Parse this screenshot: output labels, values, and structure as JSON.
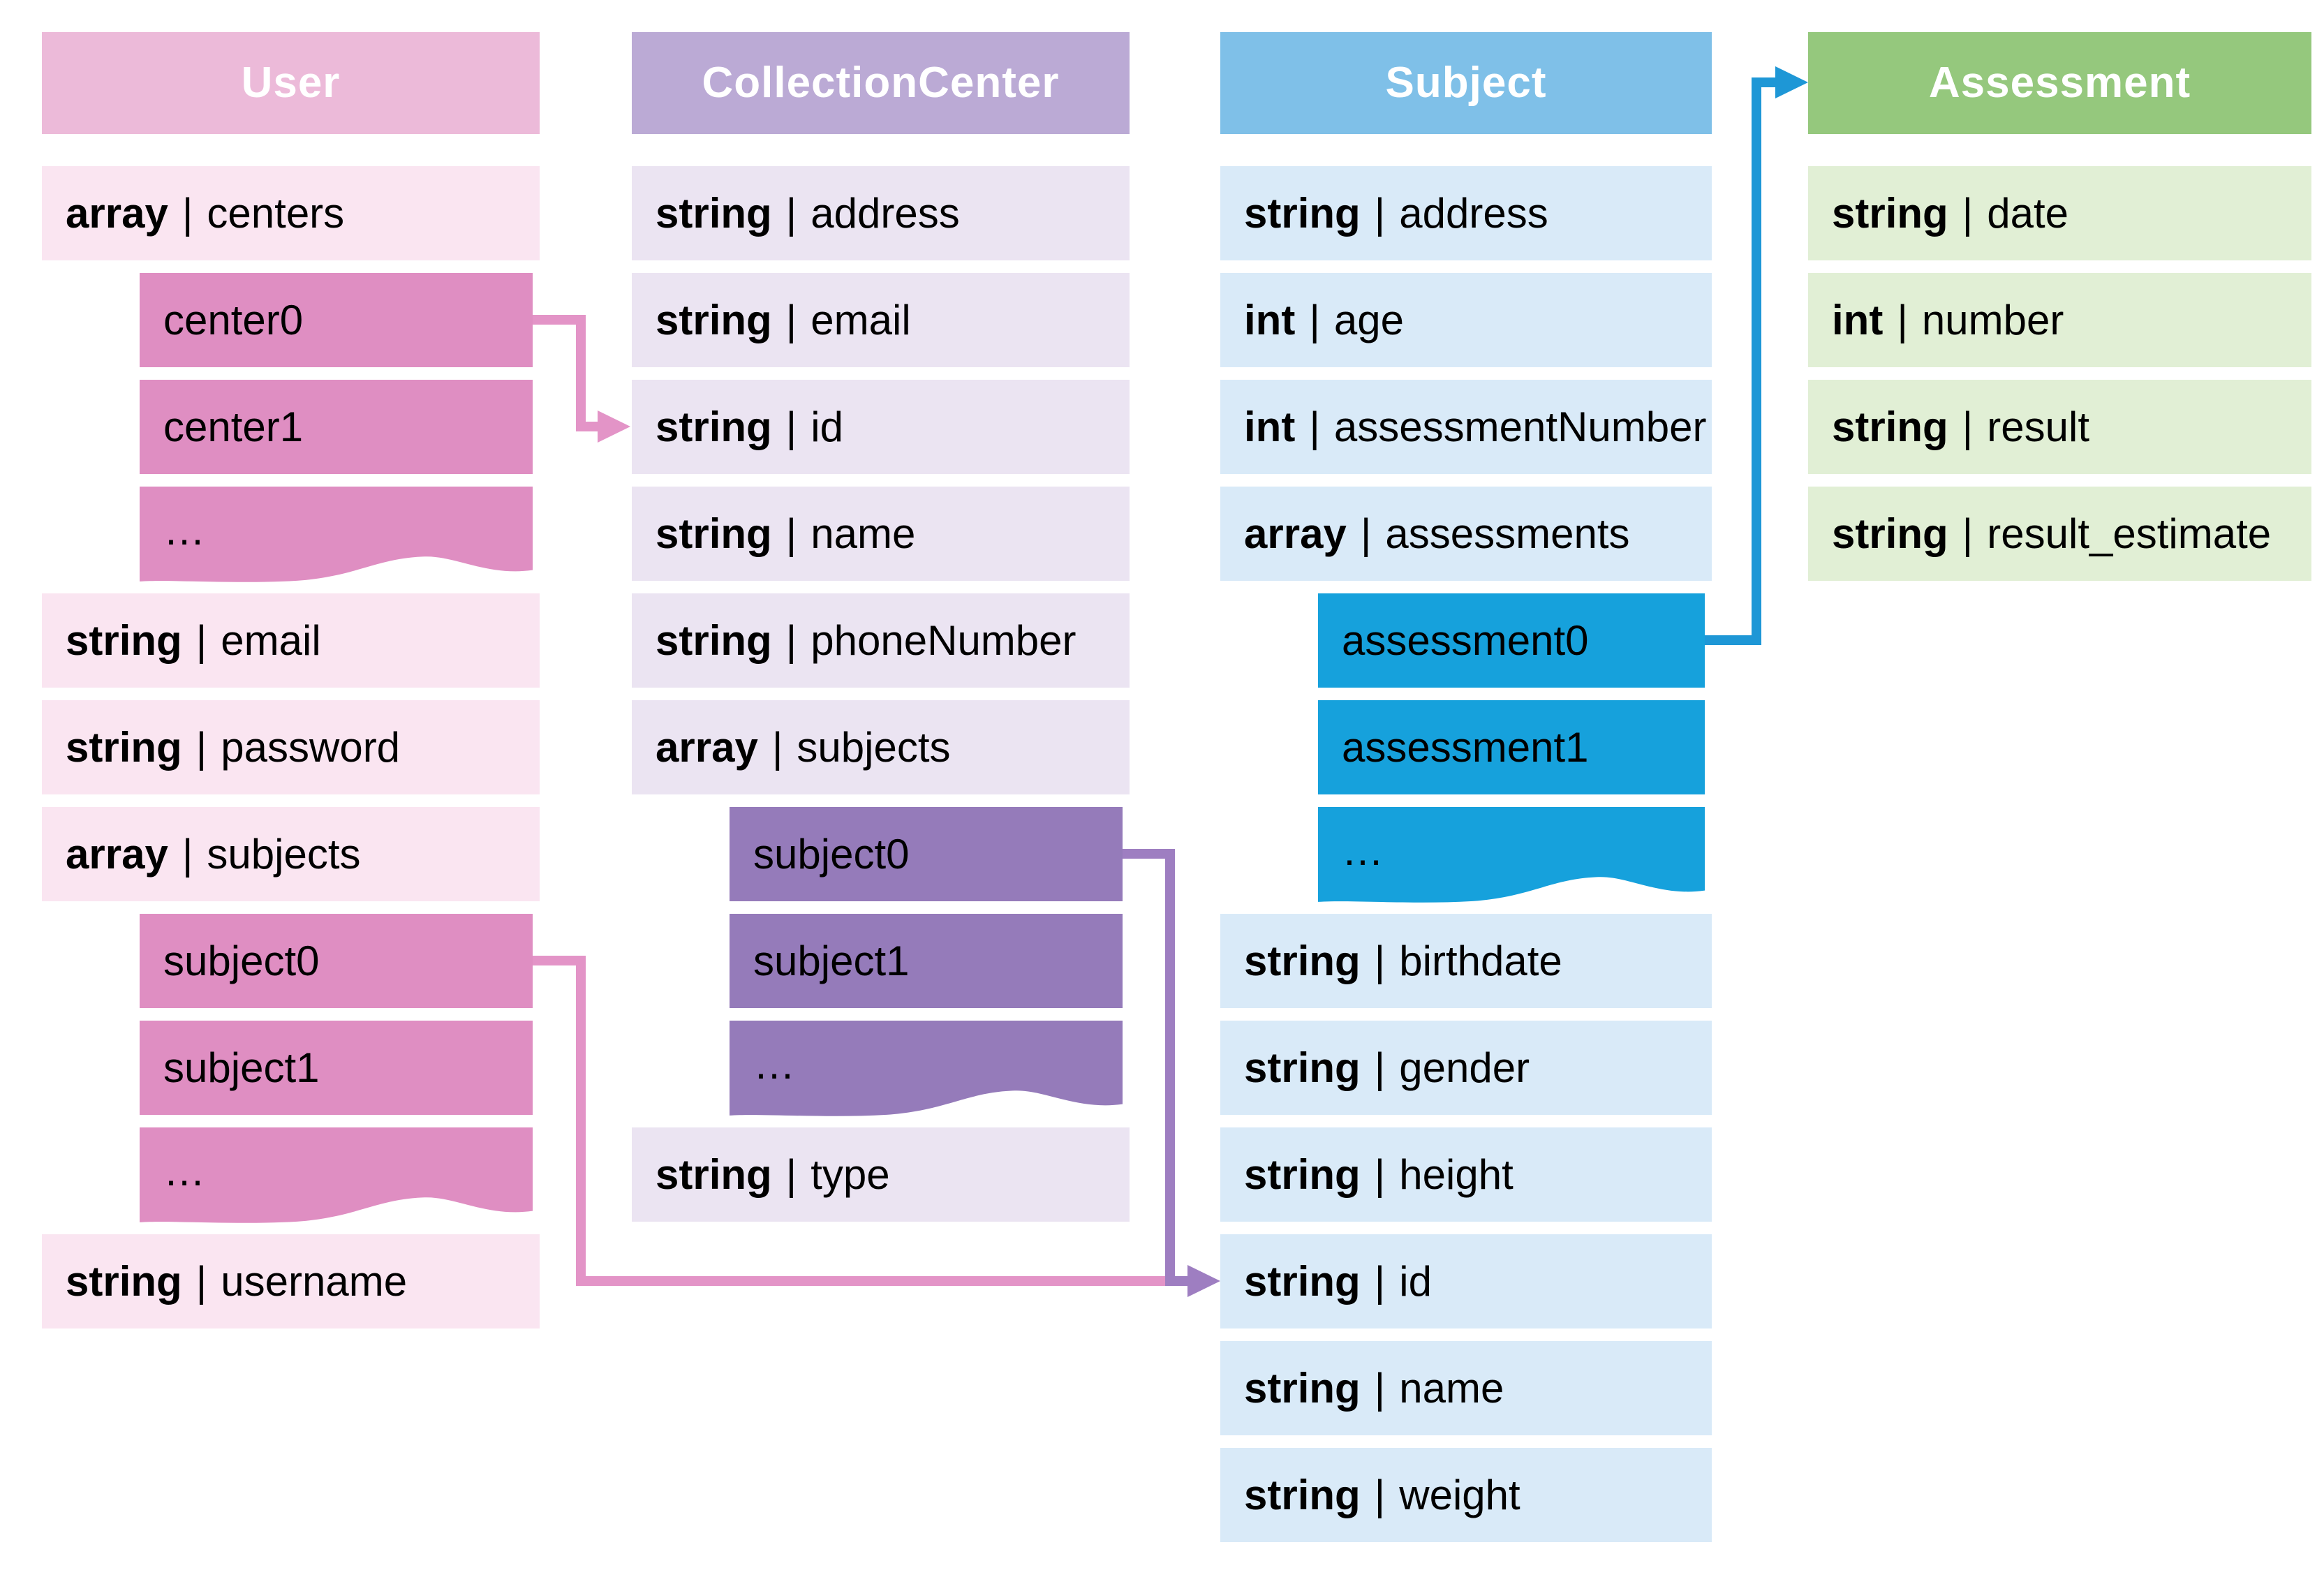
{
  "sep": "|",
  "columns": [
    {
      "id": "user",
      "title": "User",
      "colors": {
        "header_bg": "#ecbad9",
        "header_text": "#ffffff",
        "row_bg": "#fae5f1",
        "nested_bg": "#df8ec2",
        "text": "#000000"
      },
      "rows": [
        {
          "kind": "field",
          "type": "array",
          "name": "centers"
        },
        {
          "kind": "item",
          "label": "center0"
        },
        {
          "kind": "item",
          "label": "center1"
        },
        {
          "kind": "ellipsis",
          "label": "…"
        },
        {
          "kind": "field",
          "type": "string",
          "name": "email"
        },
        {
          "kind": "field",
          "type": "string",
          "name": "password"
        },
        {
          "kind": "field",
          "type": "array",
          "name": "subjects"
        },
        {
          "kind": "item",
          "label": "subject0"
        },
        {
          "kind": "item",
          "label": "subject1"
        },
        {
          "kind": "ellipsis",
          "label": "…"
        },
        {
          "kind": "field",
          "type": "string",
          "name": "username"
        }
      ]
    },
    {
      "id": "collectioncenter",
      "title": "CollectionCenter",
      "colors": {
        "header_bg": "#bbaad5",
        "header_text": "#ffffff",
        "row_bg": "#ebe4f2",
        "nested_bg": "#957bba",
        "text": "#000000"
      },
      "rows": [
        {
          "kind": "field",
          "type": "string",
          "name": "address"
        },
        {
          "kind": "field",
          "type": "string",
          "name": "email"
        },
        {
          "kind": "field",
          "type": "string",
          "name": "id"
        },
        {
          "kind": "field",
          "type": "string",
          "name": "name"
        },
        {
          "kind": "field",
          "type": "string",
          "name": "phoneNumber"
        },
        {
          "kind": "field",
          "type": "array",
          "name": "subjects"
        },
        {
          "kind": "item",
          "label": "subject0"
        },
        {
          "kind": "item",
          "label": "subject1"
        },
        {
          "kind": "ellipsis",
          "label": "…"
        },
        {
          "kind": "field",
          "type": "string",
          "name": "type"
        }
      ]
    },
    {
      "id": "subject",
      "title": "Subject",
      "colors": {
        "header_bg": "#7fc0e8",
        "header_text": "#ffffff",
        "row_bg": "#d9eaf8",
        "nested_bg": "#16a1dc",
        "text": "#000000"
      },
      "rows": [
        {
          "kind": "field",
          "type": "string",
          "name": "address"
        },
        {
          "kind": "field",
          "type": "int",
          "name": "age"
        },
        {
          "kind": "field",
          "type": "int",
          "name": "assessmentNumber"
        },
        {
          "kind": "field",
          "type": "array",
          "name": "assessments"
        },
        {
          "kind": "item",
          "label": "assessment0"
        },
        {
          "kind": "item",
          "label": "assessment1"
        },
        {
          "kind": "ellipsis",
          "label": "…"
        },
        {
          "kind": "field",
          "type": "string",
          "name": "birthdate"
        },
        {
          "kind": "field",
          "type": "string",
          "name": "gender"
        },
        {
          "kind": "field",
          "type": "string",
          "name": "height"
        },
        {
          "kind": "field",
          "type": "string",
          "name": "id"
        },
        {
          "kind": "field",
          "type": "string",
          "name": "name"
        },
        {
          "kind": "field",
          "type": "string",
          "name": "weight"
        }
      ]
    },
    {
      "id": "assessment",
      "title": "Assessment",
      "colors": {
        "header_bg": "#95c87d",
        "header_text": "#ffffff",
        "row_bg": "#e1efd5",
        "nested_bg": "#95c87d",
        "text": "#000000"
      },
      "rows": [
        {
          "kind": "field",
          "type": "string",
          "name": "date"
        },
        {
          "kind": "field",
          "type": "int",
          "name": "number"
        },
        {
          "kind": "field",
          "type": "string",
          "name": "result"
        },
        {
          "kind": "field",
          "type": "string",
          "name": "result_estimate"
        }
      ]
    }
  ],
  "arrows": [
    {
      "id": "a1",
      "from": "user-center0",
      "to": "collectioncenter-id",
      "color": "#e394c7"
    },
    {
      "id": "a2",
      "from": "user-subject0",
      "to": "subject-id",
      "color": "#e394c7"
    },
    {
      "id": "a3",
      "from": "collectioncenter-subject0",
      "to": "subject-id",
      "color": "#9e7ec1"
    },
    {
      "id": "a4",
      "from": "subject-assessment0",
      "to": "assessment",
      "color": "#1e97d6"
    }
  ]
}
